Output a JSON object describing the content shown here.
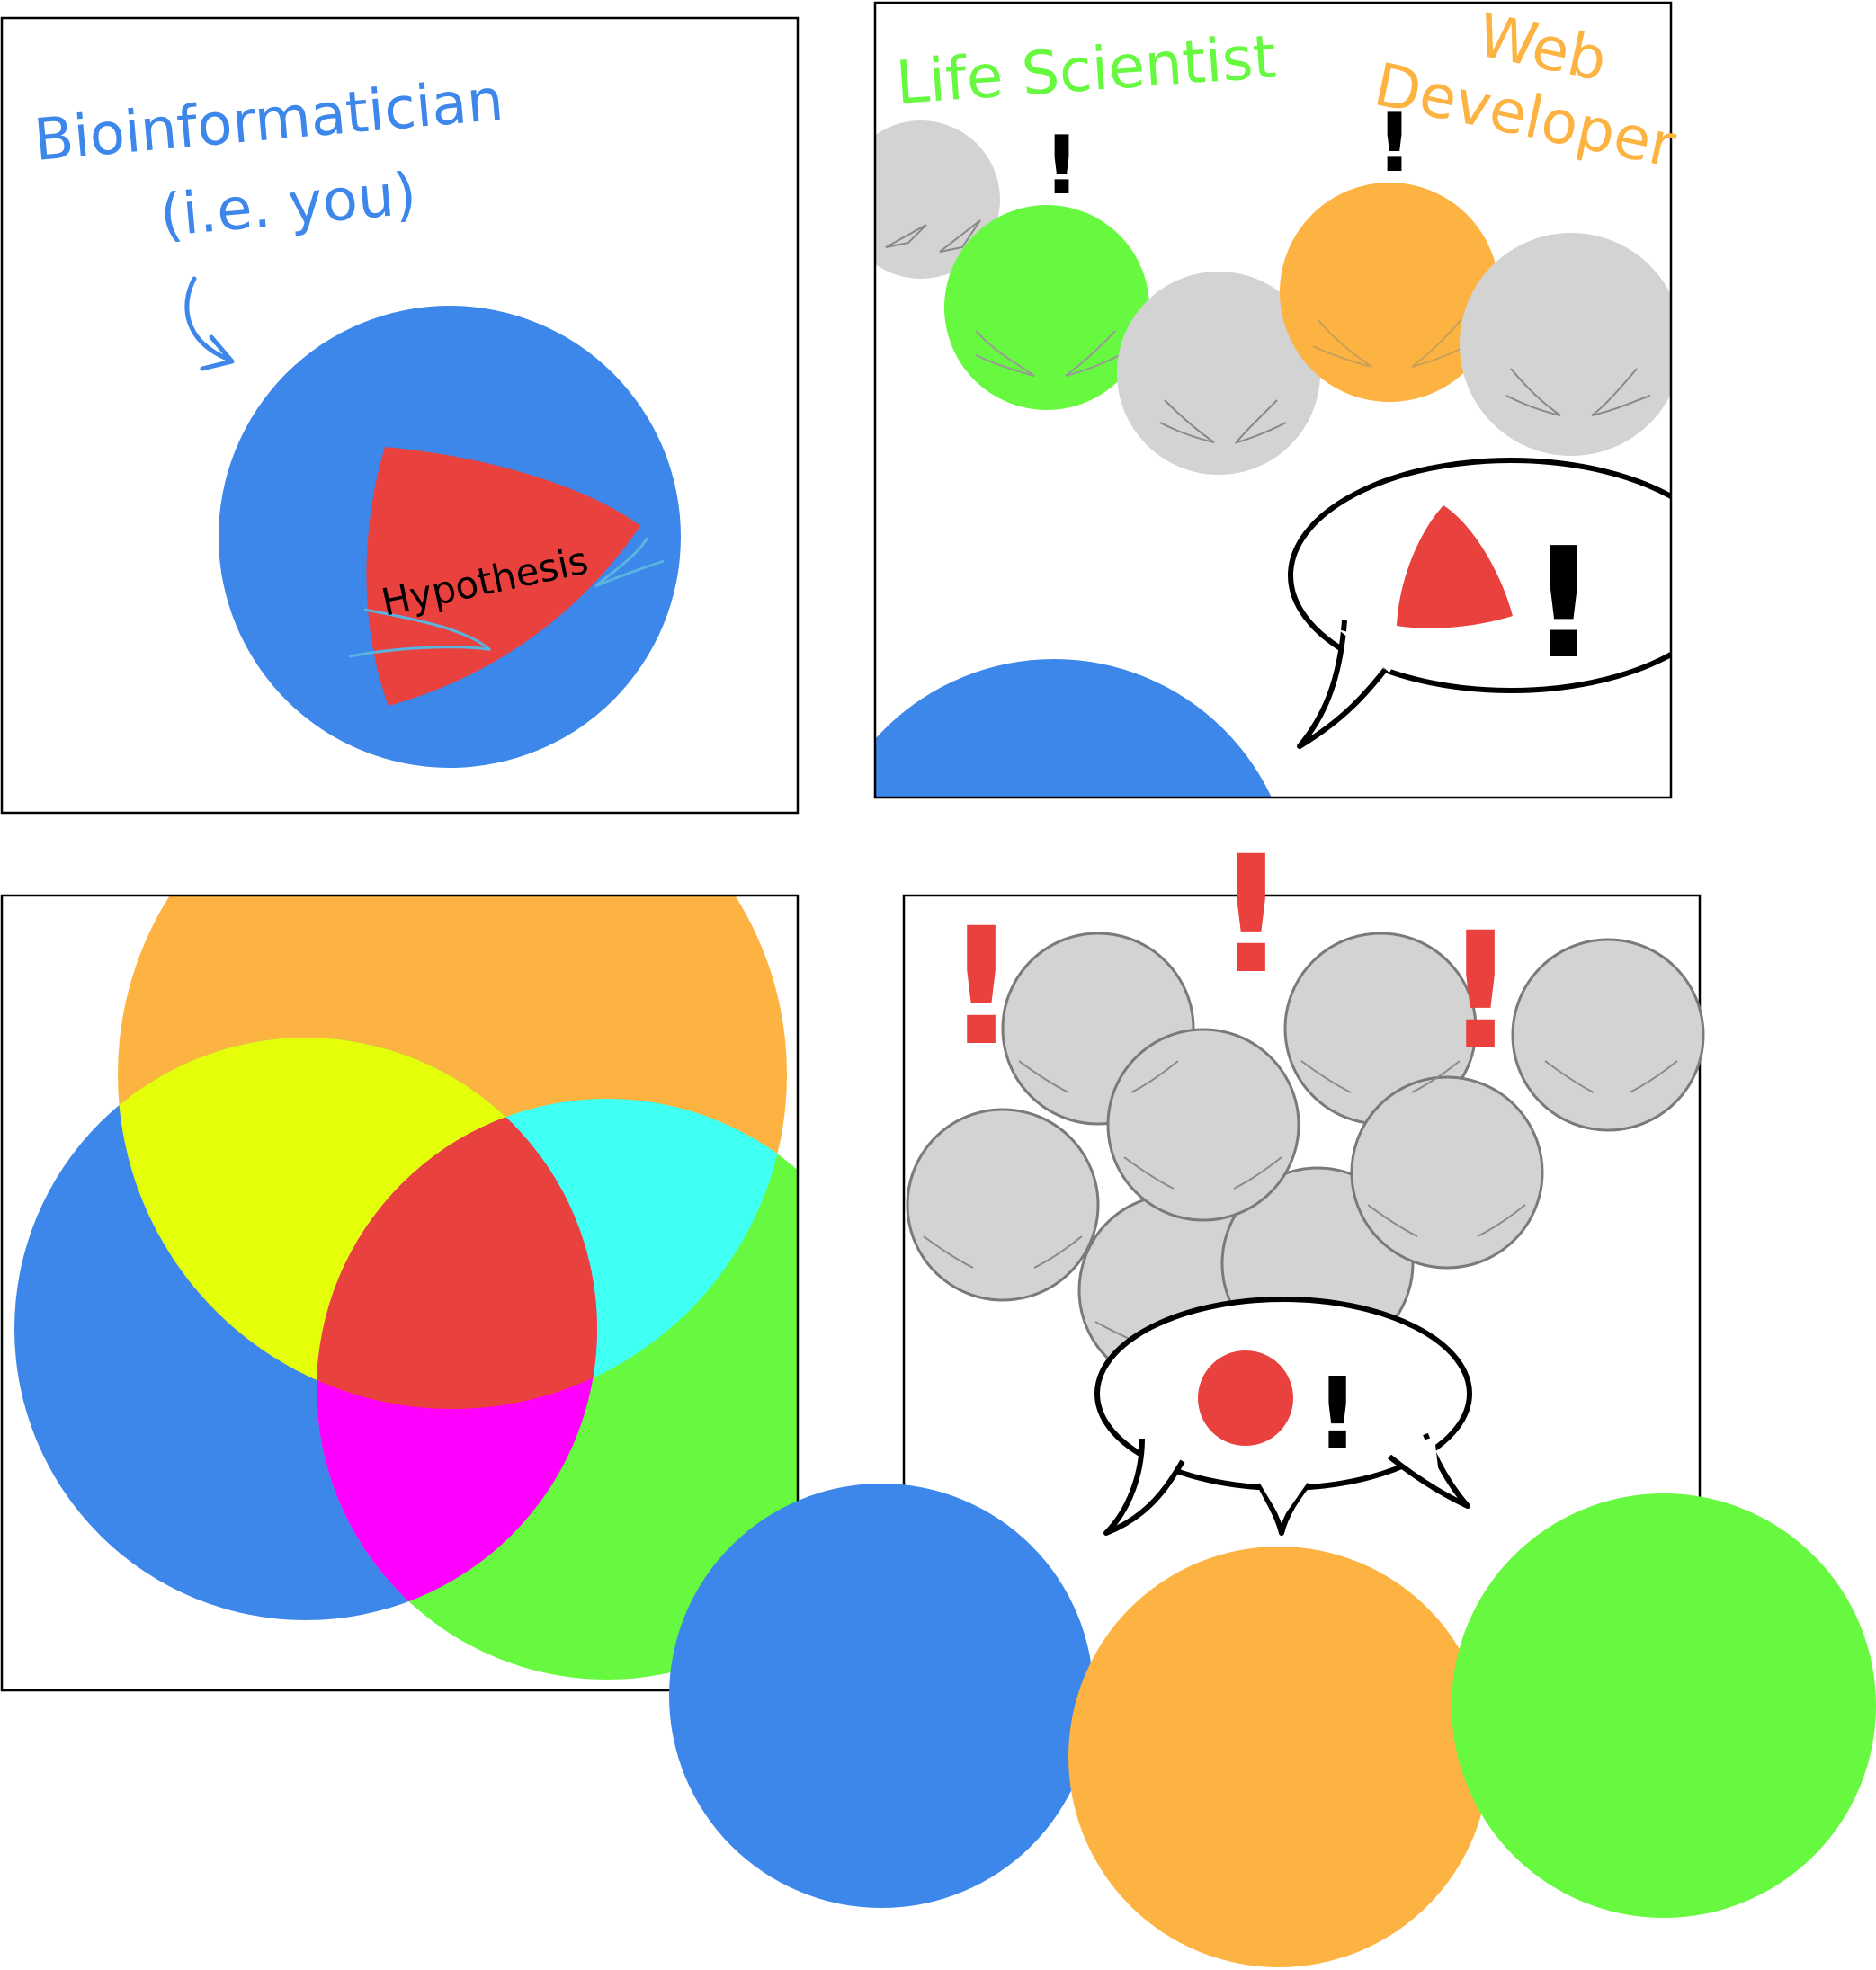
{
  "panel1": {
    "caption_line1": "Bioinformatician",
    "caption_line2": "(i.e. you)",
    "wedge_label": "Hypothesis"
  },
  "panel2": {
    "life_scientist_label": "Life Scientist",
    "web_label_line1": "Web",
    "web_label_line2": "Developer",
    "exclaim": "!"
  },
  "panel4": {
    "exclaim": "!"
  },
  "colors": {
    "bioinformatician": "#3d87eb",
    "life_scientist": "#66f93f",
    "web_developer": "#fdb341",
    "hypothesis": "#e9413d",
    "crowd": "#d3d3d3",
    "overlap_blue_orange": "#e5ff0a",
    "overlap_orange_green": "#40fff3",
    "overlap_blue_green": "#ff00ff"
  }
}
